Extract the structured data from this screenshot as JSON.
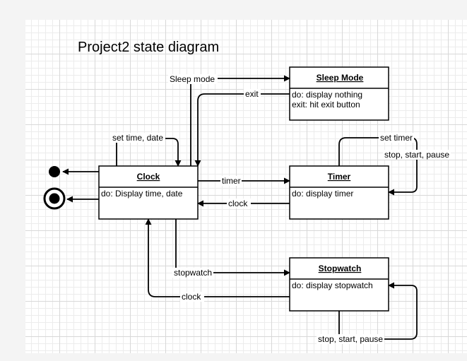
{
  "title": "Project2 state diagram",
  "states": {
    "sleep_mode": {
      "name": "Sleep Mode",
      "lines": [
        "do: display nothing",
        "exit: hit exit button"
      ]
    },
    "clock": {
      "name": "Clock",
      "lines": [
        "do: Display time, date"
      ]
    },
    "timer": {
      "name": "Timer",
      "lines": [
        "do: display timer"
      ]
    },
    "stopwatch": {
      "name": "Stopwatch",
      "lines": [
        "do: display stopwatch"
      ]
    }
  },
  "transitions": {
    "sleep_mode": "Sleep mode",
    "exit": "exit",
    "set_time_date": "set time, date",
    "set_timer": "set timer",
    "timer_controls": "stop, start, pause",
    "to_timer": "timer",
    "timer_to_clock": "clock",
    "to_stopwatch": "stopwatch",
    "stopwatch_to_clock": "clock",
    "stopwatch_controls": "stop, start, pause"
  }
}
